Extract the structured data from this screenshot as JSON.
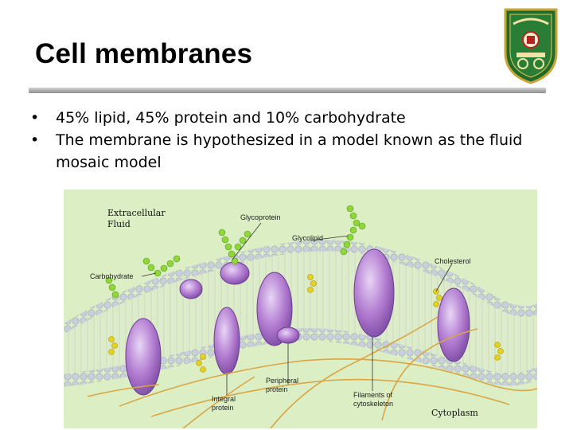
{
  "slide": {
    "title": "Cell membranes",
    "bullets": [
      "45% lipid, 45% protein and 10% carbohydrate",
      "The membrane is hypothesized in a model known as the fluid mosaic model"
    ],
    "bullet_glyph": "•"
  },
  "figure": {
    "labels": {
      "extracellular_line1": "Extracellular",
      "extracellular_line2": "Fluid",
      "glycoprotein": "Glycoprotein",
      "glycolipid": "Glycolipid",
      "cholesterol": "Cholesterol",
      "carbohydrate": "Carbohydrate",
      "peripheral_line1": "Peripheral",
      "peripheral_line2": "protein",
      "integral_line1": "Integral",
      "integral_line2": "protein",
      "filaments_line1": "Filaments of",
      "filaments_line2": "cytoskeleton",
      "cytoplasm": "Cytoplasm"
    }
  },
  "colors": {
    "background_green": "#dcefc4",
    "membrane_head": "#c9d0dc",
    "protein_purple": "#b47ed2",
    "carb_green": "#8fd63a",
    "cholesterol_yellow": "#e6d21d",
    "filament_orange": "#d9a545",
    "logo_green": "#1f6b2a"
  },
  "logo": {
    "icon": "university-crest-icon"
  }
}
